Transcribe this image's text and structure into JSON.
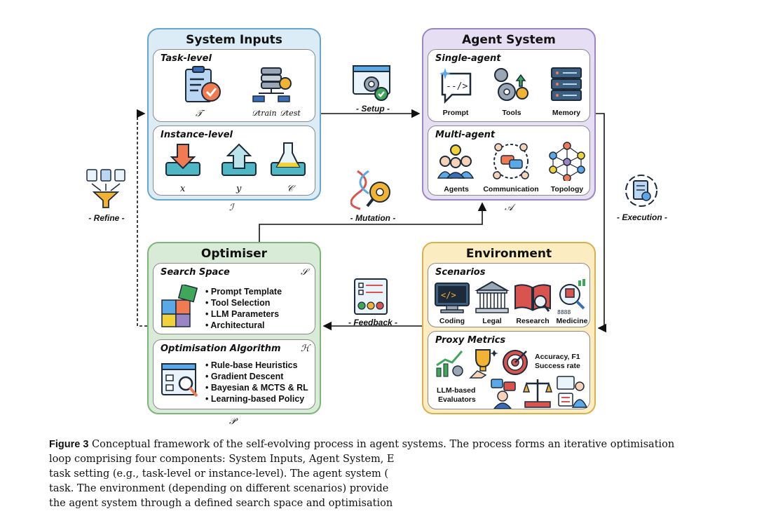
{
  "system_inputs": {
    "title": "System Inputs",
    "task_level": {
      "heading": "Task-level",
      "train_label": "𝒟train",
      "test_label": "𝒟test",
      "task_symbol": "𝒯"
    },
    "instance_level": {
      "heading": "Instance-level",
      "labels": [
        "x",
        "y",
        "𝒞"
      ]
    },
    "symbol": "ℐ"
  },
  "agent_system": {
    "title": "Agent System",
    "single_agent": {
      "heading": "Single-agent",
      "items": [
        "Prompt",
        "Tools",
        "Memory"
      ]
    },
    "multi_agent": {
      "heading": "Multi-agent",
      "items": [
        "Agents",
        "Communication",
        "Topology"
      ]
    },
    "symbol": "𝒜"
  },
  "optimiser": {
    "title": "Optimiser",
    "search_space": {
      "heading": "Search Space",
      "symbol": "𝒮",
      "items": [
        "Prompt Template",
        "Tool Selection",
        "LLM Parameters",
        "Architectural"
      ]
    },
    "algorithm": {
      "heading": "Optimisation Algorithm",
      "symbol": "ℋ",
      "items": [
        "Rule-base Heuristics",
        "Gradient Descent",
        "Bayesian & MCTS & RL",
        "Learning-based Policy"
      ]
    },
    "symbol": "𝒫"
  },
  "environment": {
    "title": "Environment",
    "scenarios": {
      "heading": "Scenarios",
      "items": [
        "Coding",
        "Legal",
        "Research",
        "Medicine"
      ]
    },
    "proxy_metrics": {
      "heading": "Proxy Metrics",
      "accuracy": "Accuracy, F1",
      "success": "Success rate",
      "llm_eval_1": "LLM-based",
      "llm_eval_2": "Evaluators"
    }
  },
  "arrows": {
    "setup": "- Setup -",
    "mutation": "- Mutation -",
    "feedback": "- Feedback -",
    "execution": "- Execution -",
    "refine": "- Refine -"
  },
  "caption": {
    "figure_label": "Figure 3",
    "line1": "Conceptual framework of the self-evolving process in agent systems. The process forms an iterative optimisation",
    "line2": "loop comprising four components: System Inputs, Agent System, E",
    "line3": "task setting (e.g., task-level or instance-level). The agent system (",
    "line4": "task. The environment (depending on different scenarios) provide",
    "line5": "the agent system through a defined search space and optimisation"
  },
  "colors": {
    "inputs_bg": "#dcecf6",
    "inputs_border": "#6aa6cc",
    "agent_bg": "#e6def3",
    "agent_border": "#9b86c4",
    "optimiser_bg": "#d8ebd6",
    "optimiser_border": "#7fb57a",
    "env_bg": "#fbecc2",
    "env_border": "#d9b14a"
  }
}
